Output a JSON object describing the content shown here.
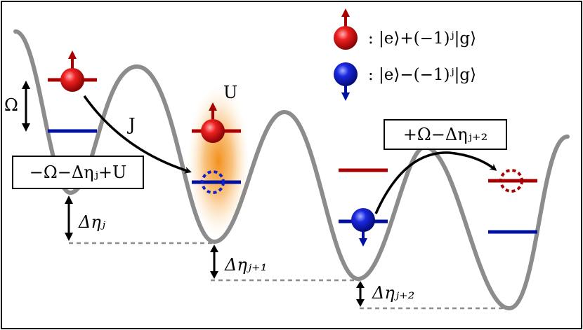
{
  "legend": {
    "red_state": ": |e⟩+(−1)ʲ|g⟩",
    "blue_state": ": |e⟩−(−1)ʲ|g⟩"
  },
  "labels": {
    "omega": "Ω",
    "interaction": "U",
    "tunneling": "J",
    "detuning_j": "Δηⱼ",
    "detuning_j1": "Δηⱼ₊₁",
    "detuning_j2": "Δηⱼ₊₂",
    "energy_left": "−Ω−Δηⱼ+U",
    "energy_right": "+Ω−Δηⱼ₊₂"
  },
  "colors": {
    "red": "#d01010",
    "red_dark": "#a80000",
    "blue": "#1020c8",
    "blue_dark": "#0010a0",
    "potential": "#8c8c8c",
    "glow": "#f5a030",
    "dashed": "#8c8c8c"
  },
  "icons": {
    "red_atom": "spin-up-red-sphere-icon",
    "blue_atom": "spin-down-blue-sphere-icon"
  }
}
